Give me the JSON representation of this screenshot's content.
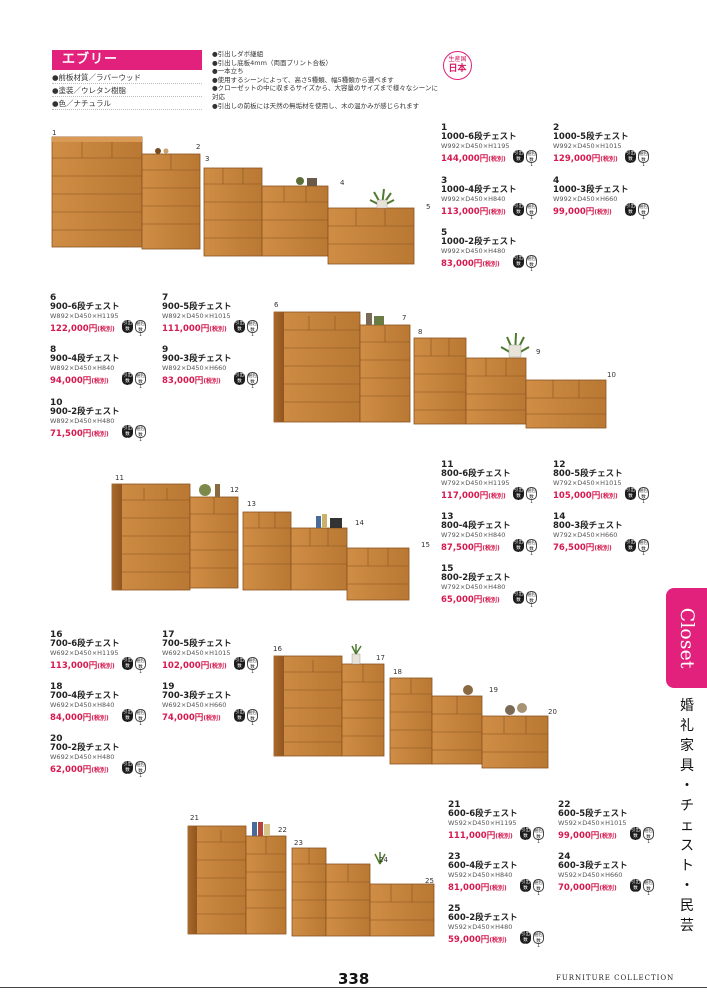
{
  "header": {
    "series_name": "エブリー",
    "specs": [
      "●前板材質／ラバーウッド",
      "●塗装／ウレタン樹脂",
      "●色／ナチュラル"
    ],
    "bullets": [
      "●引出しダボ継組",
      "●引出し底板4mm（両面プリント合板）",
      "●一本立ち",
      "●使用するシーンによって、高さ5種類、幅5種類から選べます",
      "●クローゼットの中に収まるサイズから、大容量のサイズまで様々なシーンに対応",
      "●引出しの前板には天然の無垢材を使用し、木の温かみが感じられます"
    ],
    "origin_line1": "生産国",
    "origin_line2": "日本"
  },
  "badge_labels": {
    "drawers": "引出数",
    "boxes": "梱包数"
  },
  "products": [
    {
      "num": "1",
      "name": "1000-6段チェスト",
      "dims": "W992×D450×H1195",
      "price": "144,000円",
      "tax": "(税別)",
      "drawers": "20",
      "boxes": "1"
    },
    {
      "num": "2",
      "name": "1000-5段チェスト",
      "dims": "W992×D450×H1015",
      "price": "129,000円",
      "tax": "(税別)",
      "drawers": "17",
      "boxes": "1"
    },
    {
      "num": "3",
      "name": "1000-4段チェスト",
      "dims": "W992×D450×H840",
      "price": "113,000円",
      "tax": "(税別)",
      "drawers": "14",
      "boxes": "1"
    },
    {
      "num": "4",
      "name": "1000-3段チェスト",
      "dims": "W992×D450×H660",
      "price": "99,000円",
      "tax": "(税別)",
      "drawers": "11",
      "boxes": "1"
    },
    {
      "num": "5",
      "name": "1000-2段チェスト",
      "dims": "W992×D450×H480",
      "price": "83,000円",
      "tax": "(税別)",
      "drawers": "8",
      "boxes": "1"
    },
    {
      "num": "6",
      "name": "900-6段チェスト",
      "dims": "W892×D450×H1195",
      "price": "122,000円",
      "tax": "(税別)",
      "drawers": "18",
      "boxes": "1"
    },
    {
      "num": "7",
      "name": "900-5段チェスト",
      "dims": "W892×D450×H1015",
      "price": "111,000円",
      "tax": "(税別)",
      "drawers": "16",
      "boxes": "1"
    },
    {
      "num": "8",
      "name": "900-4段チェスト",
      "dims": "W892×D450×H840",
      "price": "94,000円",
      "tax": "(税別)",
      "drawers": "13",
      "boxes": "1"
    },
    {
      "num": "9",
      "name": "900-3段チェスト",
      "dims": "W892×D450×H660",
      "price": "83,000円",
      "tax": "(税別)",
      "drawers": "10",
      "boxes": "1"
    },
    {
      "num": "10",
      "name": "900-2段チェスト",
      "dims": "W892×D450×H480",
      "price": "71,500円",
      "tax": "(税別)",
      "drawers": "8",
      "boxes": "1"
    },
    {
      "num": "11",
      "name": "800-6段チェスト",
      "dims": "W792×D450×H1195",
      "price": "117,000円",
      "tax": "(税別)",
      "drawers": "16",
      "boxes": "1"
    },
    {
      "num": "12",
      "name": "800-5段チェスト",
      "dims": "W792×D450×H1015",
      "price": "105,000円",
      "tax": "(税別)",
      "drawers": "14",
      "boxes": "1"
    },
    {
      "num": "13",
      "name": "800-4段チェスト",
      "dims": "W792×D450×H840",
      "price": "87,500円",
      "tax": "(税別)",
      "drawers": "11",
      "boxes": "1"
    },
    {
      "num": "14",
      "name": "800-3段チェスト",
      "dims": "W792×D450×H660",
      "price": "76,500円",
      "tax": "(税別)",
      "drawers": "9",
      "boxes": "1"
    },
    {
      "num": "15",
      "name": "800-2段チェスト",
      "dims": "W792×D450×H480",
      "price": "65,000円",
      "tax": "(税別)",
      "drawers": "7",
      "boxes": "1"
    },
    {
      "num": "16",
      "name": "700-6段チェスト",
      "dims": "W692×D450×H1195",
      "price": "113,000円",
      "tax": "(税別)",
      "drawers": "14",
      "boxes": "1"
    },
    {
      "num": "17",
      "name": "700-5段チェスト",
      "dims": "W692×D450×H1015",
      "price": "102,000円",
      "tax": "(税別)",
      "drawers": "12",
      "boxes": "1"
    },
    {
      "num": "18",
      "name": "700-4段チェスト",
      "dims": "W692×D450×H840",
      "price": "84,000円",
      "tax": "(税別)",
      "drawers": "10",
      "boxes": "1"
    },
    {
      "num": "19",
      "name": "700-3段チェスト",
      "dims": "W692×D450×H660",
      "price": "74,000円",
      "tax": "(税別)",
      "drawers": "8",
      "boxes": "1"
    },
    {
      "num": "20",
      "name": "700-2段チェスト",
      "dims": "W692×D450×H480",
      "price": "62,000円",
      "tax": "(税別)",
      "drawers": "6",
      "boxes": "1"
    },
    {
      "num": "21",
      "name": "600-6段チェスト",
      "dims": "W592×D450×H1195",
      "price": "111,000円",
      "tax": "(税別)",
      "drawers": "12",
      "boxes": "1"
    },
    {
      "num": "22",
      "name": "600-5段チェスト",
      "dims": "W592×D450×H1015",
      "price": "99,000円",
      "tax": "(税別)",
      "drawers": "10",
      "boxes": "1"
    },
    {
      "num": "23",
      "name": "600-4段チェスト",
      "dims": "W592×D450×H840",
      "price": "81,000円",
      "tax": "(税別)",
      "drawers": "8",
      "boxes": "1"
    },
    {
      "num": "24",
      "name": "600-3段チェスト",
      "dims": "W592×D450×H660",
      "price": "70,000円",
      "tax": "(税別)",
      "drawers": "7",
      "boxes": "1"
    },
    {
      "num": "25",
      "name": "600-2段チェスト",
      "dims": "W592×D450×H480",
      "price": "59,000円",
      "tax": "(税別)",
      "drawers": "5",
      "boxes": "1"
    }
  ],
  "side_tab": {
    "label": "Closet",
    "category_chars": [
      "婚",
      "礼",
      "家",
      "具",
      "・",
      "チ",
      "ェ",
      "ス",
      "ト",
      "・",
      "民",
      "芸"
    ]
  },
  "footer": {
    "page_number": "338",
    "brand": "FURNITURE  COLLECTION"
  },
  "colors": {
    "accent": "#e2217c",
    "price": "#d61a4f",
    "wood": "#c8863f",
    "wood_dark": "#9a5f24"
  }
}
